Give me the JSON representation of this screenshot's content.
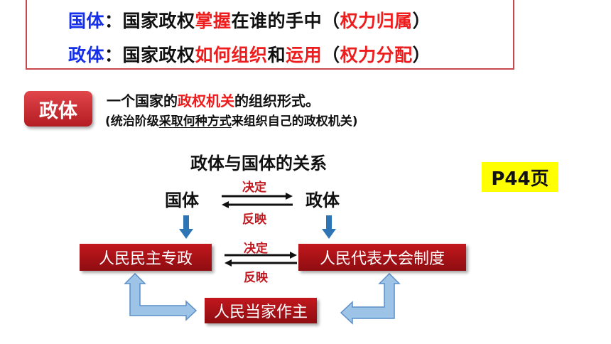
{
  "definitions": {
    "state_system": {
      "term": "国体",
      "colon": "：",
      "text1": "国家政权",
      "highlight1": "掌握",
      "text2": "在谁的手中",
      "paren_open": "（",
      "highlight2": "权力归属",
      "paren_close": "）"
    },
    "polity": {
      "term": "政体",
      "colon": "：",
      "text1": "国家政权",
      "highlight1": "如何组织",
      "text2": "和",
      "highlight2": "运用",
      "paren_open": "（",
      "highlight3": "权力分配",
      "paren_close": "）"
    }
  },
  "polity_section": {
    "badge": "政体",
    "def_prefix": "一个国家的",
    "def_highlight": "政权机关",
    "def_suffix": "的组织形式。",
    "note_open": "(统治阶级",
    "note_underlined": "采取何种方式",
    "note_rest": "来组织自己的政权机关)"
  },
  "diagram": {
    "title": "政体与国体的关系",
    "node_left": "国体",
    "node_right": "政体",
    "decides_top": "决定",
    "reflects_top": "反映",
    "decides_bottom": "决定",
    "reflects_bottom": "反映",
    "box_left": "人民民主专政",
    "box_right": "人民代表大会制度",
    "box_bottom": "人民当家作主"
  },
  "page_ref": "P44页",
  "colors": {
    "blue_term": "#1530e8",
    "red_highlight": "#ee1c1c",
    "box_red": "#b31217",
    "arrow_blue": "#2e75b6",
    "page_ref_bg": "#ffff00"
  }
}
